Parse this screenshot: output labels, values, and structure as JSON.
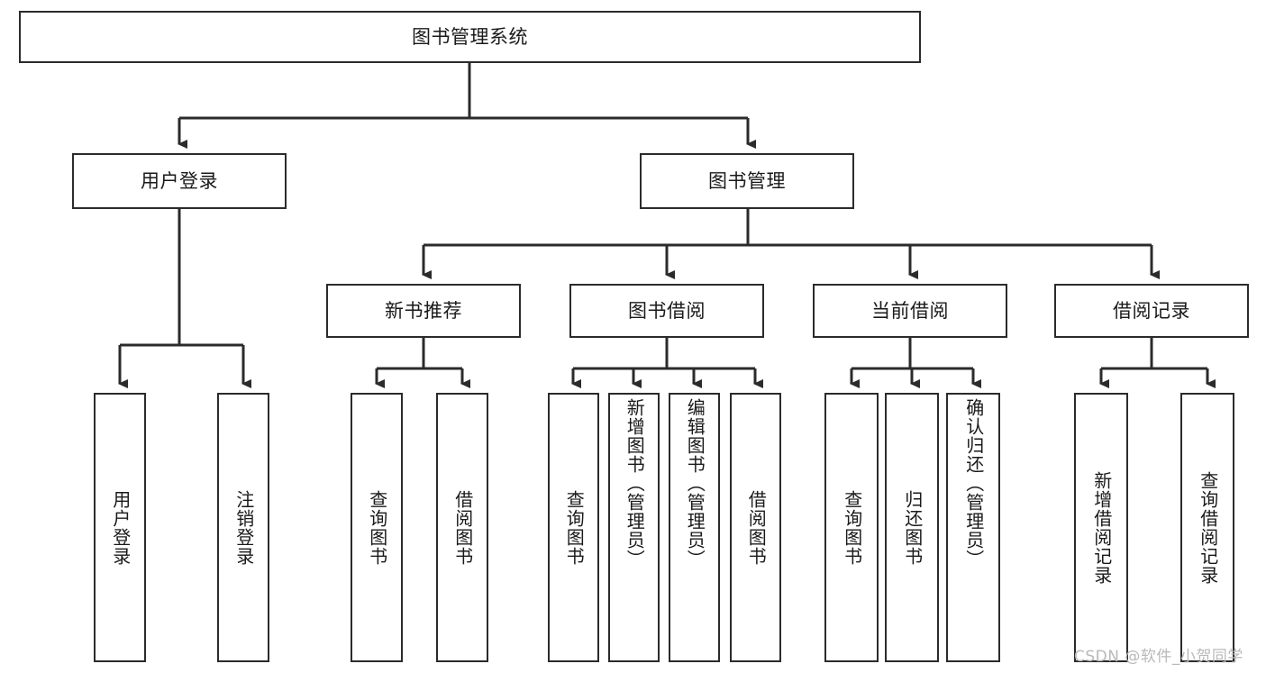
{
  "diagram": {
    "type": "tree",
    "title": "图书管理系统",
    "orientation": "top-down",
    "root": {
      "label": "图书管理系统"
    },
    "level2": [
      {
        "label": "用户登录"
      },
      {
        "label": "图书管理"
      }
    ],
    "level3": [
      {
        "label": "新书推荐"
      },
      {
        "label": "图书借阅"
      },
      {
        "label": "当前借阅"
      },
      {
        "label": "借阅记录"
      }
    ],
    "leaves": {
      "user_login": [
        {
          "label": "用户登录"
        },
        {
          "label": "注销登录"
        }
      ],
      "new_book_recommend": [
        {
          "label": "查询图书"
        },
        {
          "label": "借阅图书"
        }
      ],
      "book_borrow": [
        {
          "label": "查询图书"
        },
        {
          "label": "新增图书（管理员）"
        },
        {
          "label": "编辑图书（管理员）"
        },
        {
          "label": "借阅图书"
        }
      ],
      "current_borrow": [
        {
          "label": "查询图书"
        },
        {
          "label": "归还图书"
        },
        {
          "label": "确认归还（管理员）"
        }
      ],
      "borrow_record": [
        {
          "label": "新增借阅记录"
        },
        {
          "label": "查询借阅记录"
        }
      ]
    }
  },
  "watermark": {
    "text": "CSDN @软件_小贺同学"
  },
  "colors": {
    "box_border": "#2b2b2b",
    "box_fill": "#ffffff",
    "text": "#1a1a1a",
    "edge": "#2b2b2b",
    "watermark": "#b9b9b9"
  }
}
